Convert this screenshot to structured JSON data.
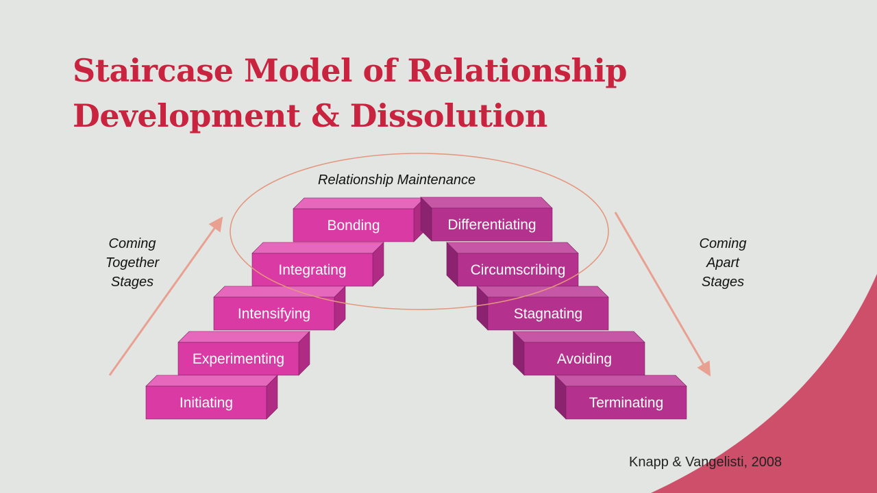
{
  "title": {
    "line1": "Staircase Model of Relationship",
    "line2": "Development & Dissolution"
  },
  "maintenance_label": "Relationship Maintenance",
  "left_label": {
    "line1": "Coming",
    "line2": "Together",
    "line3": "Stages"
  },
  "right_label": {
    "line1": "Coming",
    "line2": "Apart",
    "line3": "Stages"
  },
  "citation": "Knapp & Vangelisti, 2008",
  "colors": {
    "title": "#c8233f",
    "together_front": "#d93aa4",
    "together_top": "#e668bd",
    "together_side": "#b02c84",
    "apart_front": "#b5318e",
    "apart_top": "#c657a6",
    "apart_side": "#8c2370",
    "arrow": "#e8a090",
    "ellipse": "#e4977f",
    "corner": "#cd4f6a"
  },
  "together_stages": [
    {
      "id": "initiating",
      "label": "Initiating"
    },
    {
      "id": "experimenting",
      "label": "Experimenting"
    },
    {
      "id": "intensifying",
      "label": "Intensifying"
    },
    {
      "id": "integrating",
      "label": "Integrating"
    },
    {
      "id": "bonding",
      "label": "Bonding"
    }
  ],
  "apart_stages": [
    {
      "id": "differentiating",
      "label": "Differentiating"
    },
    {
      "id": "circumscribing",
      "label": "Circumscribing"
    },
    {
      "id": "stagnating",
      "label": "Stagnating"
    },
    {
      "id": "avoiding",
      "label": "Avoiding"
    },
    {
      "id": "terminating",
      "label": "Terminating"
    }
  ]
}
